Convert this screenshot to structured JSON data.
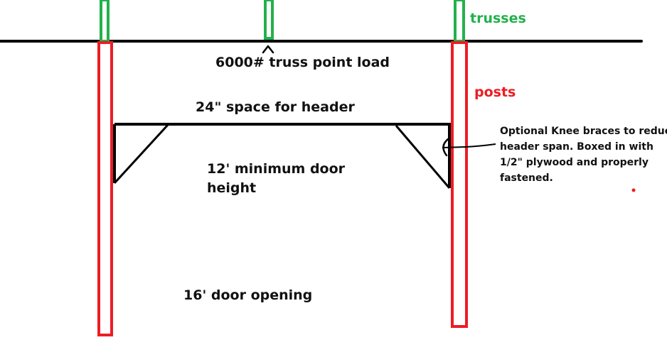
{
  "colors": {
    "truss": "#22b14c",
    "post": "#ed1c24",
    "line": "#000000",
    "text": "#111111"
  },
  "labels": {
    "trusses": "trusses",
    "posts": "posts",
    "point_load": "6000# truss point load",
    "header_space": "24\" space for header",
    "door_height_line1": "12' minimum door",
    "door_height_line2": "height",
    "door_opening": "16' door opening",
    "knee_note_line1": "Optional Knee braces to reduce",
    "knee_note_line2": "header span. Boxed in with",
    "knee_note_line3": "1/2\" plywood and properly",
    "knee_note_line4": "fastened."
  }
}
